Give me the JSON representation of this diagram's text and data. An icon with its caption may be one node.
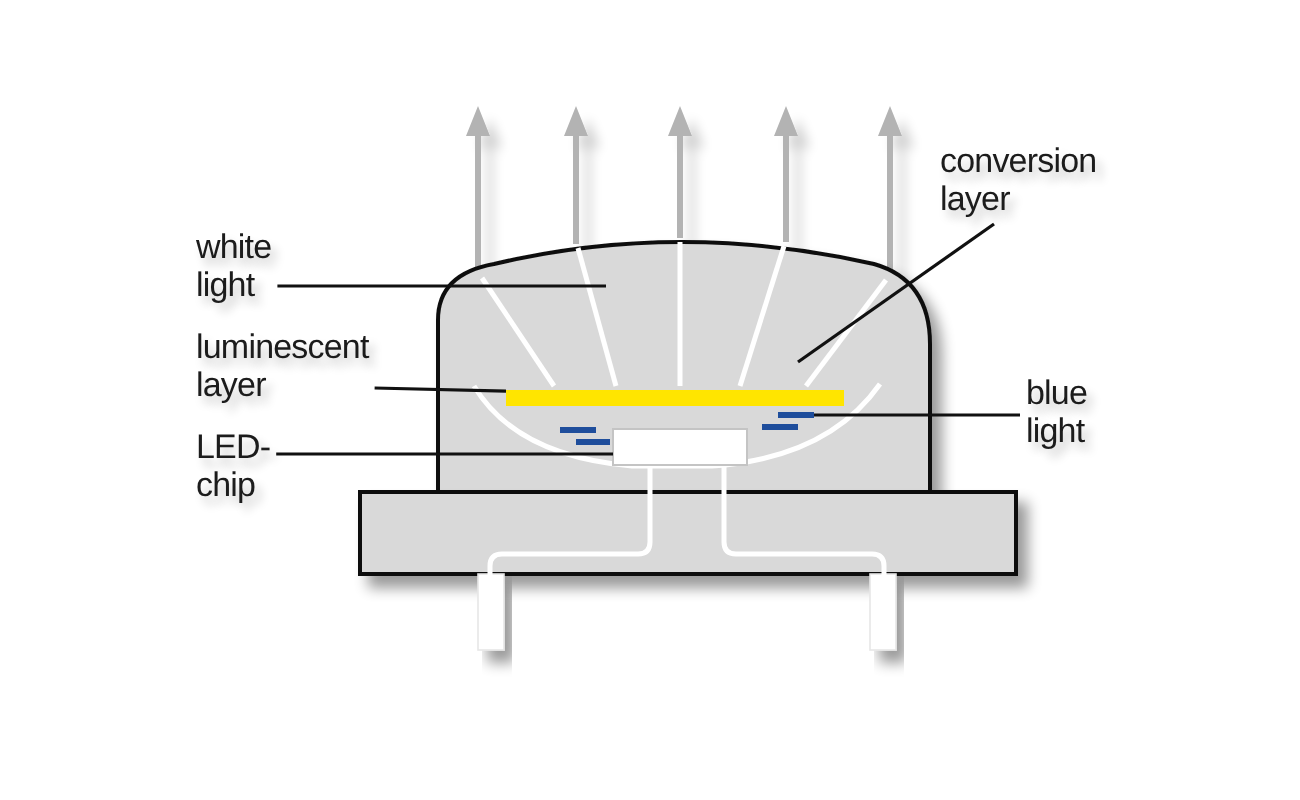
{
  "diagram": {
    "nodes": [
      {
        "text": [
          "white light"
        ]
      },
      {
        "text": [
          "luminescent layer"
        ]
      },
      {
        "text": [
          "LED-chip"
        ]
      },
      {
        "text": [
          "conversion layer"
        ]
      },
      {
        "text": [
          "blue light"
        ]
      },
      {
        "text": [],
        "shape": "bar"
      },
      {
        "text": [],
        "shape": "box"
      },
      {
        "text": [],
        "shape": "bar"
      }
    ],
    "edges": [
      {
        "from": 0,
        "to": null,
        "arrow": "none"
      },
      {
        "from": 1,
        "to": 5,
        "arrow": "none"
      },
      {
        "from": 2,
        "to": 6,
        "arrow": "none"
      },
      {
        "from": 3,
        "to": null,
        "arrow": "none"
      },
      {
        "from": 4,
        "to": 7,
        "arrow": "none"
      }
    ]
  }
}
